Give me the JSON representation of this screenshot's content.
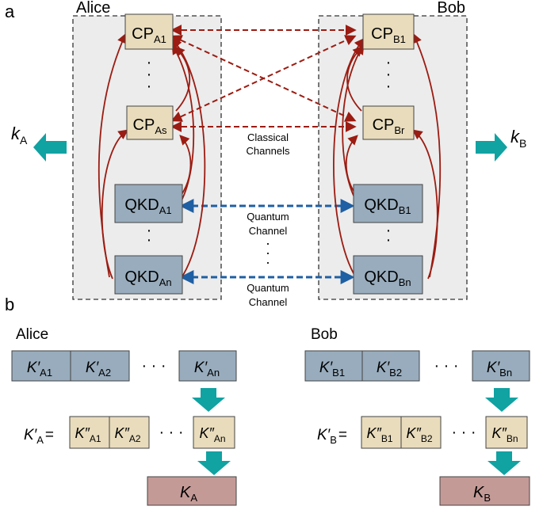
{
  "panels": {
    "a": "a",
    "b": "b"
  },
  "party_a": "Alice",
  "party_b": "Bob",
  "channel_labels": {
    "classical_line1": "Classical",
    "classical_line2": "Channels",
    "quantum1_line1": "Quantum",
    "quantum1_line2": "Channel",
    "quantum2_line1": "Quantum",
    "quantum2_line2": "Channel"
  },
  "output_keys": {
    "alice": {
      "base": "k",
      "sub": "A"
    },
    "bob": {
      "base": "k",
      "sub": "B"
    }
  },
  "nodes_a": {
    "cp_top": {
      "base": "CP",
      "sub": "A1"
    },
    "cp_bottom": {
      "base": "CP",
      "sub": "As"
    },
    "qkd_top": {
      "base": "QKD",
      "sub": "A1"
    },
    "qkd_bottom": {
      "base": "QKD",
      "sub": "An"
    }
  },
  "nodes_b": {
    "cp_top": {
      "base": "CP",
      "sub": "B1"
    },
    "cp_bottom": {
      "base": "CP",
      "sub": "Br"
    },
    "qkd_top": {
      "base": "QKD",
      "sub": "B1"
    },
    "qkd_bottom": {
      "base": "QKD",
      "sub": "Bn"
    }
  },
  "ellipsis": "· · ·",
  "row_alice": {
    "raw_keys": [
      {
        "base": "K′",
        "sub": "A1"
      },
      {
        "base": "K′",
        "sub": "A2"
      },
      {
        "base": "K′",
        "sub": "An"
      }
    ],
    "equation_lhs": {
      "base": "K′",
      "sub": "A",
      "eq": "="
    },
    "processed_keys": [
      {
        "base": "K″",
        "sub": "A1"
      },
      {
        "base": "K″",
        "sub": "A2"
      },
      {
        "base": "K″",
        "sub": "An"
      }
    ],
    "final_key": {
      "base": "K",
      "sub": "A"
    }
  },
  "row_bob": {
    "raw_keys": [
      {
        "base": "K′",
        "sub": "B1"
      },
      {
        "base": "K′",
        "sub": "B2"
      },
      {
        "base": "K′",
        "sub": "Bn"
      }
    ],
    "equation_lhs": {
      "base": "K′",
      "sub": "B",
      "eq": "="
    },
    "processed_keys": [
      {
        "base": "K″",
        "sub": "B1"
      },
      {
        "base": "K″",
        "sub": "B2"
      },
      {
        "base": "K″",
        "sub": "Bn"
      }
    ],
    "final_key": {
      "base": "K",
      "sub": "B"
    }
  },
  "colors": {
    "cp_fill": "#e9dcbc",
    "qkd_fill": "#98acbd",
    "final_fill": "#c49a97",
    "classical_arrow": "#9b1c12",
    "quantum_arrow": "#1f5fa3",
    "teal_arrow": "#11a2a2"
  }
}
